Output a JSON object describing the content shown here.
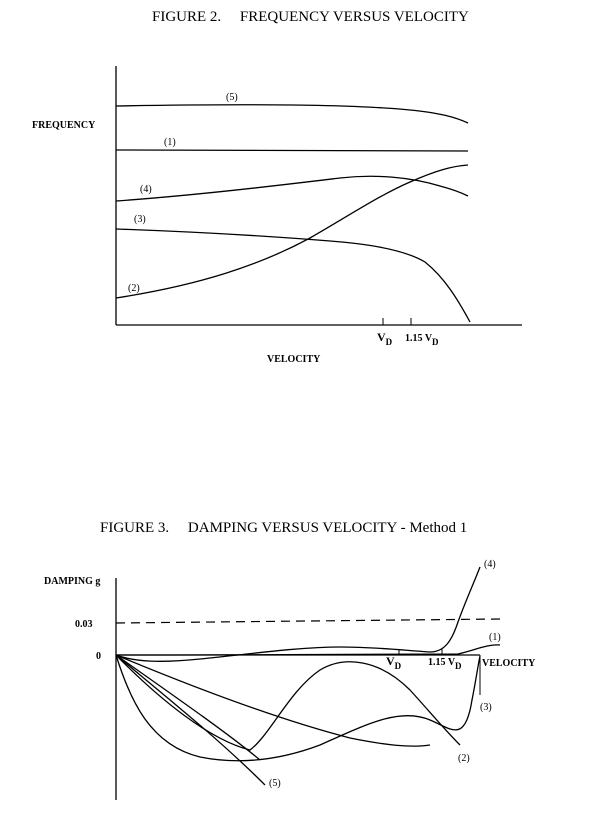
{
  "figure2": {
    "title": "FIGURE 2.     FREQUENCY VERSUS VELOCITY",
    "chart_data": {
      "type": "line",
      "title": "FIGURE 2.     FREQUENCY VERSUS VELOCITY",
      "xlabel": "VELOCITY",
      "ylabel": "FREQUENCY",
      "xticks": [
        {
          "label": "V",
          "sub": "D"
        },
        {
          "label": "1.15 V",
          "sub": "D"
        }
      ],
      "series": [
        {
          "name": "(5)"
        },
        {
          "name": "(1)"
        },
        {
          "name": "(4)"
        },
        {
          "name": "(3)"
        },
        {
          "name": "(2)"
        }
      ]
    }
  },
  "figure3": {
    "title": "FIGURE 3.     DAMPING VERSUS VELOCITY - Method 1",
    "chart_data": {
      "type": "line",
      "title": "FIGURE 3.     DAMPING VERSUS VELOCITY - Method 1",
      "xlabel": "VELOCITY",
      "ylabel": "DAMPING g",
      "yticks": [
        "0.03",
        "0"
      ],
      "reference_line": {
        "y": 0.03,
        "style": "dashed"
      },
      "xticks": [
        {
          "label": "V",
          "sub": "D"
        },
        {
          "label": "1.15 V",
          "sub": "D"
        }
      ],
      "series": [
        {
          "name": "(4)"
        },
        {
          "name": "(1)"
        },
        {
          "name": "(3)"
        },
        {
          "name": "(2)"
        },
        {
          "name": "(5)"
        }
      ]
    }
  }
}
